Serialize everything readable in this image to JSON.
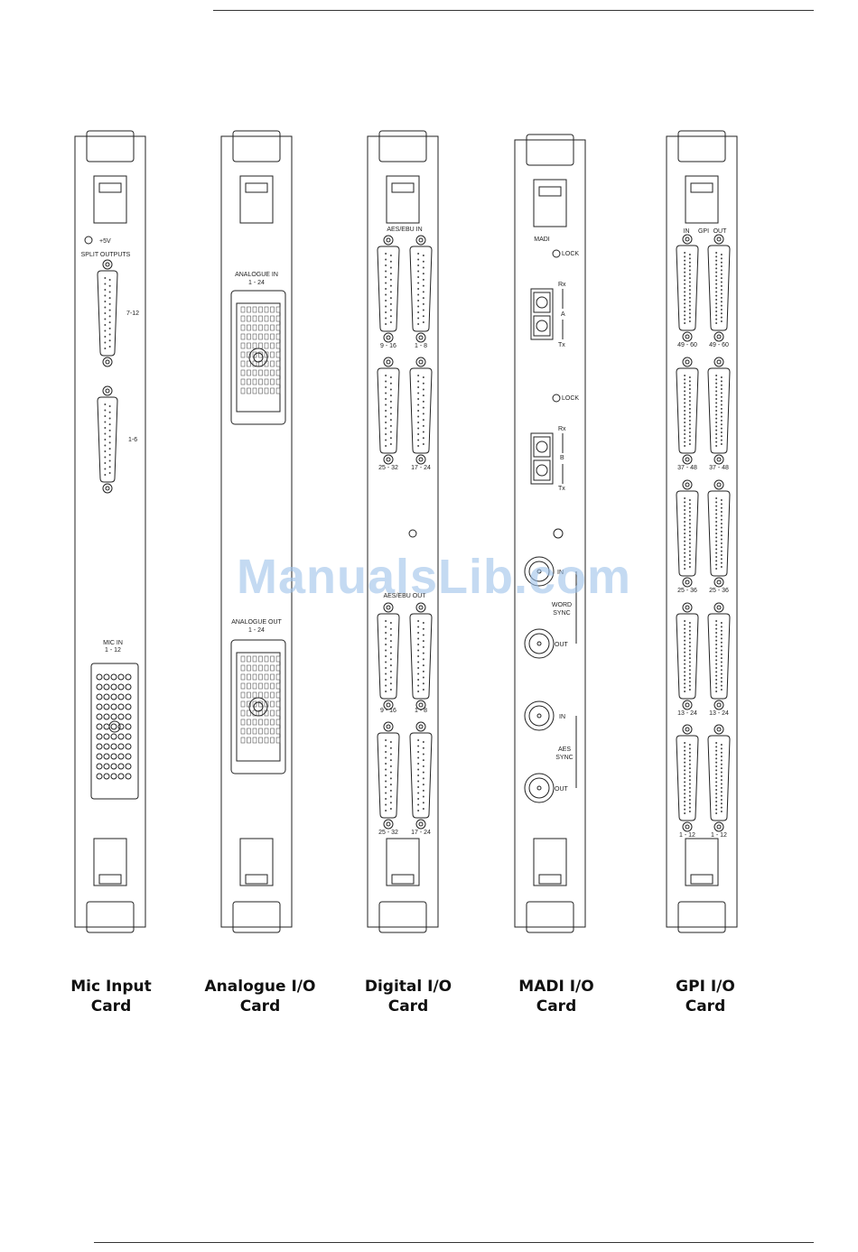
{
  "watermark": "ManualsLib.com",
  "cards": [
    {
      "title_line1": "Mic Input",
      "title_line2": "Card",
      "labels": {
        "led": "+5V",
        "split": "SPLIT OUTPUTS",
        "c1": "7-12",
        "c2": "1-6",
        "mic_in": "MIC IN",
        "mic_range": "1 - 12"
      }
    },
    {
      "title_line1": "Analogue I/O",
      "title_line2": "Card",
      "labels": {
        "in": "ANALOGUE IN",
        "in_range": "1 - 24",
        "out": "ANALOGUE OUT",
        "out_range": "1 - 24"
      }
    },
    {
      "title_line1": "Digital I/O",
      "title_line2": "Card",
      "labels": {
        "aes_in": "AES/EBU IN",
        "aes_out": "AES/EBU OUT",
        "a1": "9 - 16",
        "a2": "1 - 8",
        "a3": "25 - 32",
        "a4": "17 - 24",
        "b1": "9 - 16",
        "b2": "1 - 8",
        "b3": "25 - 32",
        "b4": "17 - 24"
      }
    },
    {
      "title_line1": "MADI I/O",
      "title_line2": "Card",
      "labels": {
        "madi": "MADI",
        "lock1": "LOCK",
        "lock2": "LOCK",
        "rx1": "Rx",
        "a": "A",
        "tx1": "Tx",
        "rx2": "Rx",
        "b": "B",
        "tx2": "Tx",
        "word_in": "IN",
        "word": "WORD",
        "sync": "SYNC",
        "word_out": "OUT",
        "aes_in": "IN",
        "aes": "AES",
        "aes_sync": "SYNC",
        "aes_out": "OUT"
      }
    },
    {
      "title_line1": "GPI I/O",
      "title_line2": "Card",
      "labels": {
        "in": "IN",
        "gpi": "GPI",
        "out": "OUT",
        "r1a": "49 - 60",
        "r1b": "49 - 60",
        "r2a": "37 - 48",
        "r2b": "37 - 48",
        "r3a": "25 - 36",
        "r3b": "25 - 36",
        "r4a": "13 - 24",
        "r4b": "13 - 24",
        "r5a": "1 - 12",
        "r5b": "1 - 12"
      }
    }
  ]
}
